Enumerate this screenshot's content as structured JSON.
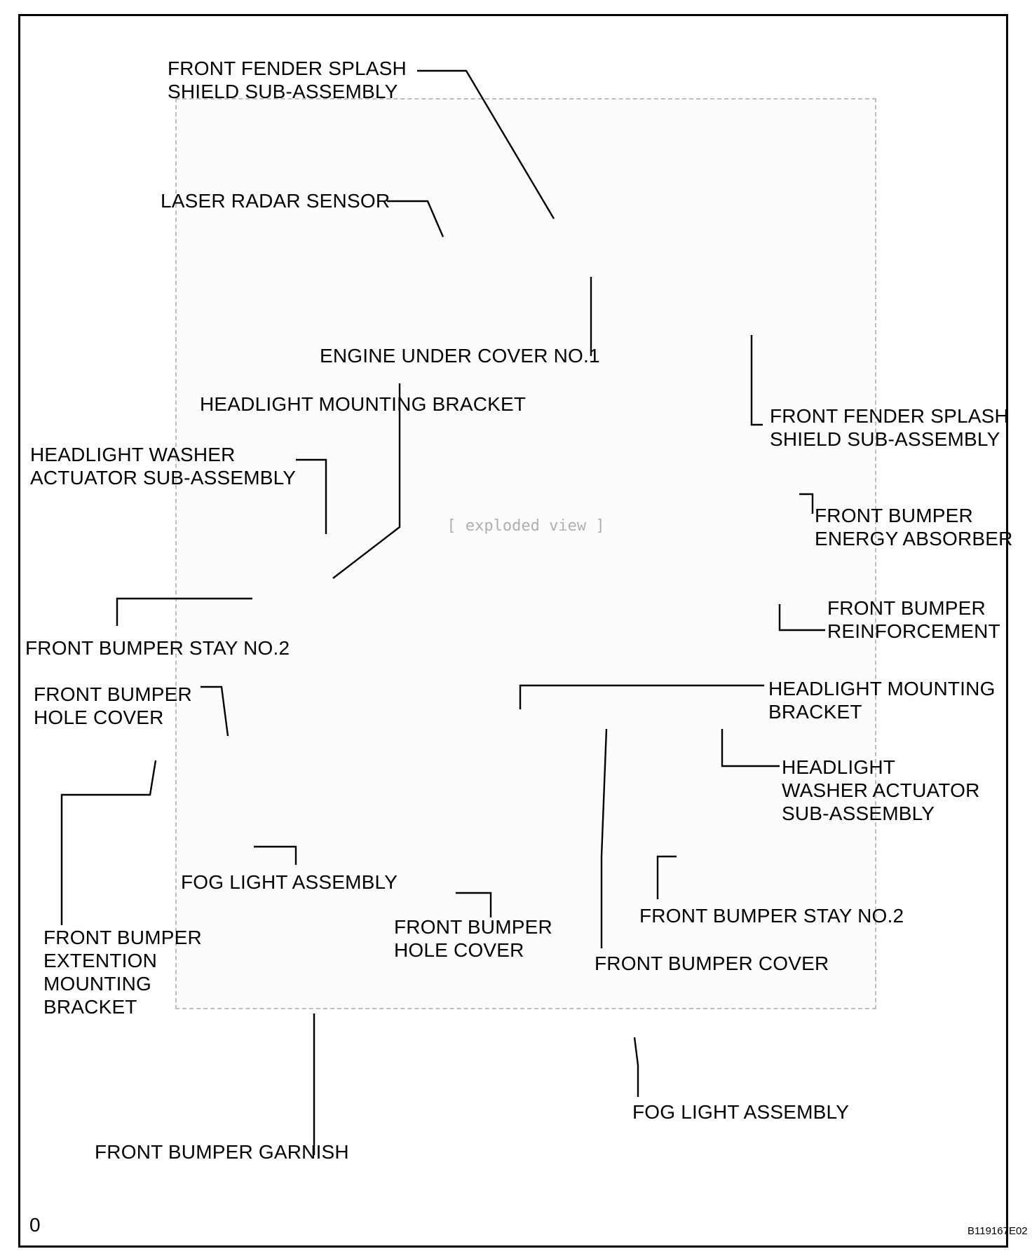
{
  "labels": {
    "front_fender_splash_shield_top": "FRONT FENDER SPLASH\nSHIELD SUB-ASSEMBLY",
    "laser_radar_sensor": "LASER RADAR SENSOR",
    "engine_under_cover_no1": "ENGINE UNDER COVER NO.1",
    "headlight_mounting_bracket_top": "HEADLIGHT MOUNTING BRACKET",
    "front_fender_splash_shield_right": "FRONT FENDER SPLASH\nSHIELD SUB-ASSEMBLY",
    "headlight_washer_actuator_left": "HEADLIGHT WASHER\nACTUATOR SUB-ASSEMBLY",
    "front_bumper_energy_absorber": "FRONT BUMPER\nENERGY ABSORBER",
    "front_bumper_reinforcement": "FRONT BUMPER\nREINFORCEMENT",
    "front_bumper_stay_no2_left": "FRONT BUMPER STAY NO.2",
    "front_bumper_hole_cover_left": "FRONT BUMPER\nHOLE COVER",
    "headlight_mounting_bracket_right": "HEADLIGHT MOUNTING\nBRACKET",
    "headlight_washer_actuator_right": "HEADLIGHT\nWASHER ACTUATOR\nSUB-ASSEMBLY",
    "front_bumper_extension_mounting_bracket": "FRONT BUMPER\nEXTENTION\nMOUNTING\nBRACKET",
    "fog_light_assembly_left": "FOG LIGHT ASSEMBLY",
    "front_bumper_hole_cover_center": "FRONT BUMPER\nHOLE COVER",
    "front_bumper_stay_no2_right": "FRONT BUMPER STAY NO.2",
    "front_bumper_cover": "FRONT BUMPER COVER",
    "fog_light_assembly_right": "FOG LIGHT ASSEMBLY",
    "front_bumper_garnish": "FRONT BUMPER GARNISH"
  },
  "marks": {
    "left": "0",
    "figure_code": "B119167E02"
  }
}
